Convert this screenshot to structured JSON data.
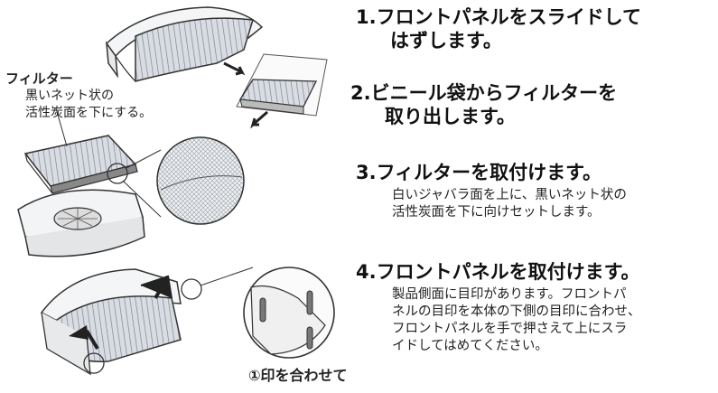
{
  "labels": {
    "filter_title": "フィルター",
    "filter_desc": "黒いネット状の\n活性炭面を下にする。",
    "mark_note": "①印を合わせて"
  },
  "steps": [
    {
      "number": "1.",
      "title_line1": "フロントパネルをスライドして",
      "title_line2": "はずします。",
      "body": ""
    },
    {
      "number": "2.",
      "title_line1": "ビニール袋からフィルターを",
      "title_line2": "取り出します。",
      "body": ""
    },
    {
      "number": "3.",
      "title_line1": "フィルターを取付けます。",
      "title_line2": "",
      "body": "白いジャバラ面を上に、黒いネット状の\n活性炭面を下に向けセットします。"
    },
    {
      "number": "4.",
      "title_line1": "フロントパネルを取付けます。",
      "title_line2": "",
      "body": "製品側面に目印があります。フロントパ\nネルの目印を本体の下側の目印に合わせ、\nフロントパネルを手で押さえて上にスラ\nイドしてはめてください。"
    }
  ],
  "icons": [
    "arrow-icon",
    "magnifier-circle-icon"
  ]
}
